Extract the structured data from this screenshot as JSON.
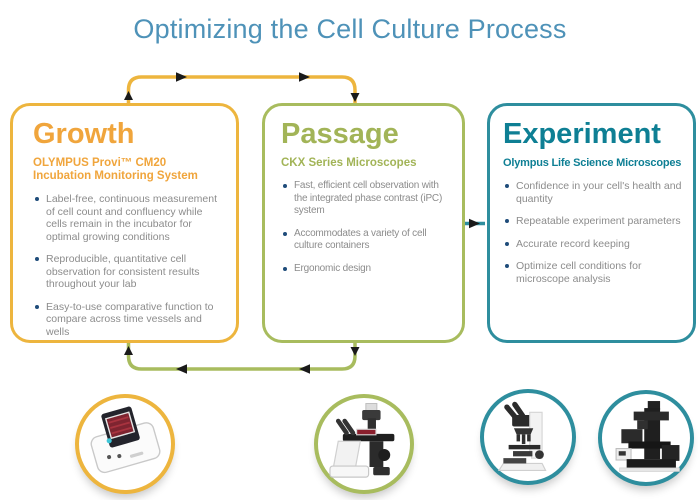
{
  "title": "Optimizing the Cell Culture Process",
  "colors": {
    "title_text": "#4E92B8",
    "growth_accent": "#F0A53C",
    "growth_border": "#EDB53E",
    "passage_accent": "#A2B457",
    "passage_border": "#A8BC5E",
    "experiment_accent": "#0E7F94",
    "experiment_border": "#2E8E9E",
    "body_text": "#8C8C8C",
    "bullet_dot": "#1F4C7A",
    "arrowhead": "#1A1A1A"
  },
  "boxes": [
    {
      "id": "growth",
      "heading": "Growth",
      "subtitle": "OLYMPUS Provi™ CM20 Incubation Monitoring System",
      "bullets": [
        "Label-free, continuous measurement of cell count and confluency while cells remain in the incubator for optimal growing conditions",
        "Reproducible, quantitative cell observation for consistent results throughout your lab",
        "Easy-to-use comparative function to compare across time vessels and wells"
      ]
    },
    {
      "id": "passage",
      "heading": "Passage",
      "subtitle": "CKX Series Microscopes",
      "bullets": [
        "Fast, efficient cell observation with the integrated phase contrast (iPC) system",
        "Accommodates a variety of cell culture containers",
        "Ergonomic design"
      ]
    },
    {
      "id": "experiment",
      "heading": "Experiment",
      "subtitle": "Olympus Life Science Microscopes",
      "bullets": [
        "Confidence in your cell's health and quantity",
        "Repeatable experiment parameters",
        "Accurate record keeping",
        "Optimize cell conditions for microscope analysis"
      ]
    }
  ],
  "icons": {
    "circle1": "cm20-incubation-monitor-icon",
    "circle2": "ckx-inverted-microscope-icon",
    "circle3": "upright-microscope-icon",
    "circle4": "automated-imaging-system-icon"
  }
}
